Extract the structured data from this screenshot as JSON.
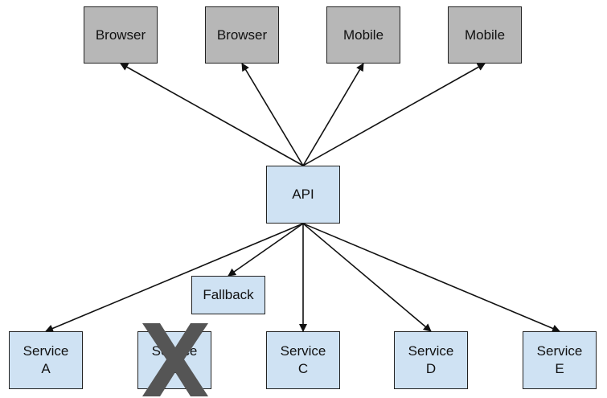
{
  "diagram": {
    "nodes": {
      "browser_1": "Browser",
      "browser_2": "Browser",
      "mobile_1": "Mobile",
      "mobile_2": "Mobile",
      "api": "API",
      "fallback": "Fallback",
      "service_a": "Service\nA",
      "service_b": "Service\nB",
      "service_c": "Service\nC",
      "service_d": "Service\nD",
      "service_e": "Service\nE"
    },
    "edges": [
      {
        "from": "api",
        "to": "browser_1"
      },
      {
        "from": "api",
        "to": "browser_2"
      },
      {
        "from": "api",
        "to": "mobile_1"
      },
      {
        "from": "api",
        "to": "mobile_2"
      },
      {
        "from": "api",
        "to": "fallback"
      },
      {
        "from": "api",
        "to": "service_a"
      },
      {
        "from": "api",
        "to": "service_c"
      },
      {
        "from": "api",
        "to": "service_d"
      },
      {
        "from": "api",
        "to": "service_e"
      }
    ],
    "failed_node": "service_b",
    "colors": {
      "client_fill": "#b7b7b7",
      "service_fill": "#cfe2f3",
      "border": "#222222",
      "edge": "#111111",
      "fail_mark": "#555555"
    }
  }
}
